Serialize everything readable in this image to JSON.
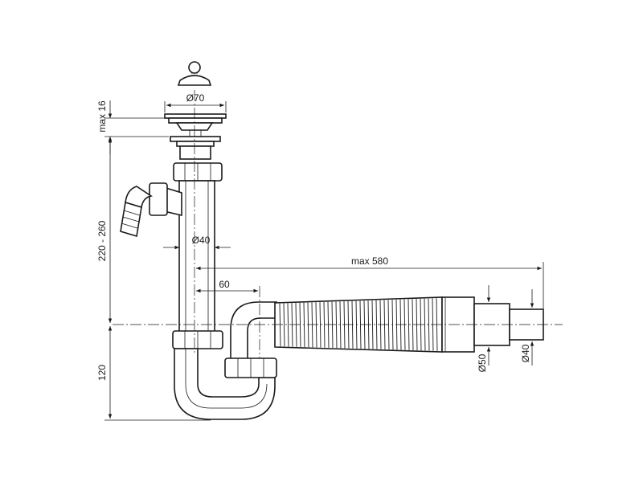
{
  "dimensions": {
    "cap_diameter": "Ø70",
    "flange_height": "max 16",
    "tube_height_range": "220 - 260",
    "tube_diameter": "Ø40",
    "hose_length": "max 580",
    "offset": "60",
    "trap_height": "120",
    "outlet_diameter_large": "Ø50",
    "outlet_diameter_small": "Ø40"
  }
}
